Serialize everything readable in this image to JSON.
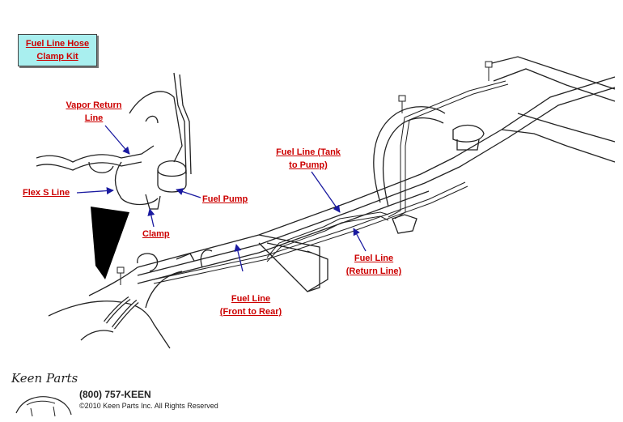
{
  "kit_box": {
    "line1": "Fuel Line Hose",
    "line2": "Clamp Kit"
  },
  "labels": {
    "vapor_return_1": "Vapor Return",
    "vapor_return_2": "Line",
    "flex_s_line": "Flex S Line",
    "fuel_pump": "Fuel Pump",
    "clamp": "Clamp",
    "tank_to_pump_1": "Fuel Line (Tank",
    "tank_to_pump_2": "to Pump)",
    "return_line_1": "Fuel Line",
    "return_line_2": "(Return Line)",
    "front_to_rear_1": "Fuel Line",
    "front_to_rear_2": "(Front to Rear)"
  },
  "footer": {
    "logo_text": "Keen Parts",
    "phone": "(800) 757-KEEN",
    "copyright": "©2010 Keen Parts Inc. All Rights Reserved"
  },
  "colors": {
    "label": "#cc0000",
    "arrow": "#1a1aa0",
    "kit_box_bg": "#a9efef",
    "line": "#222222"
  }
}
